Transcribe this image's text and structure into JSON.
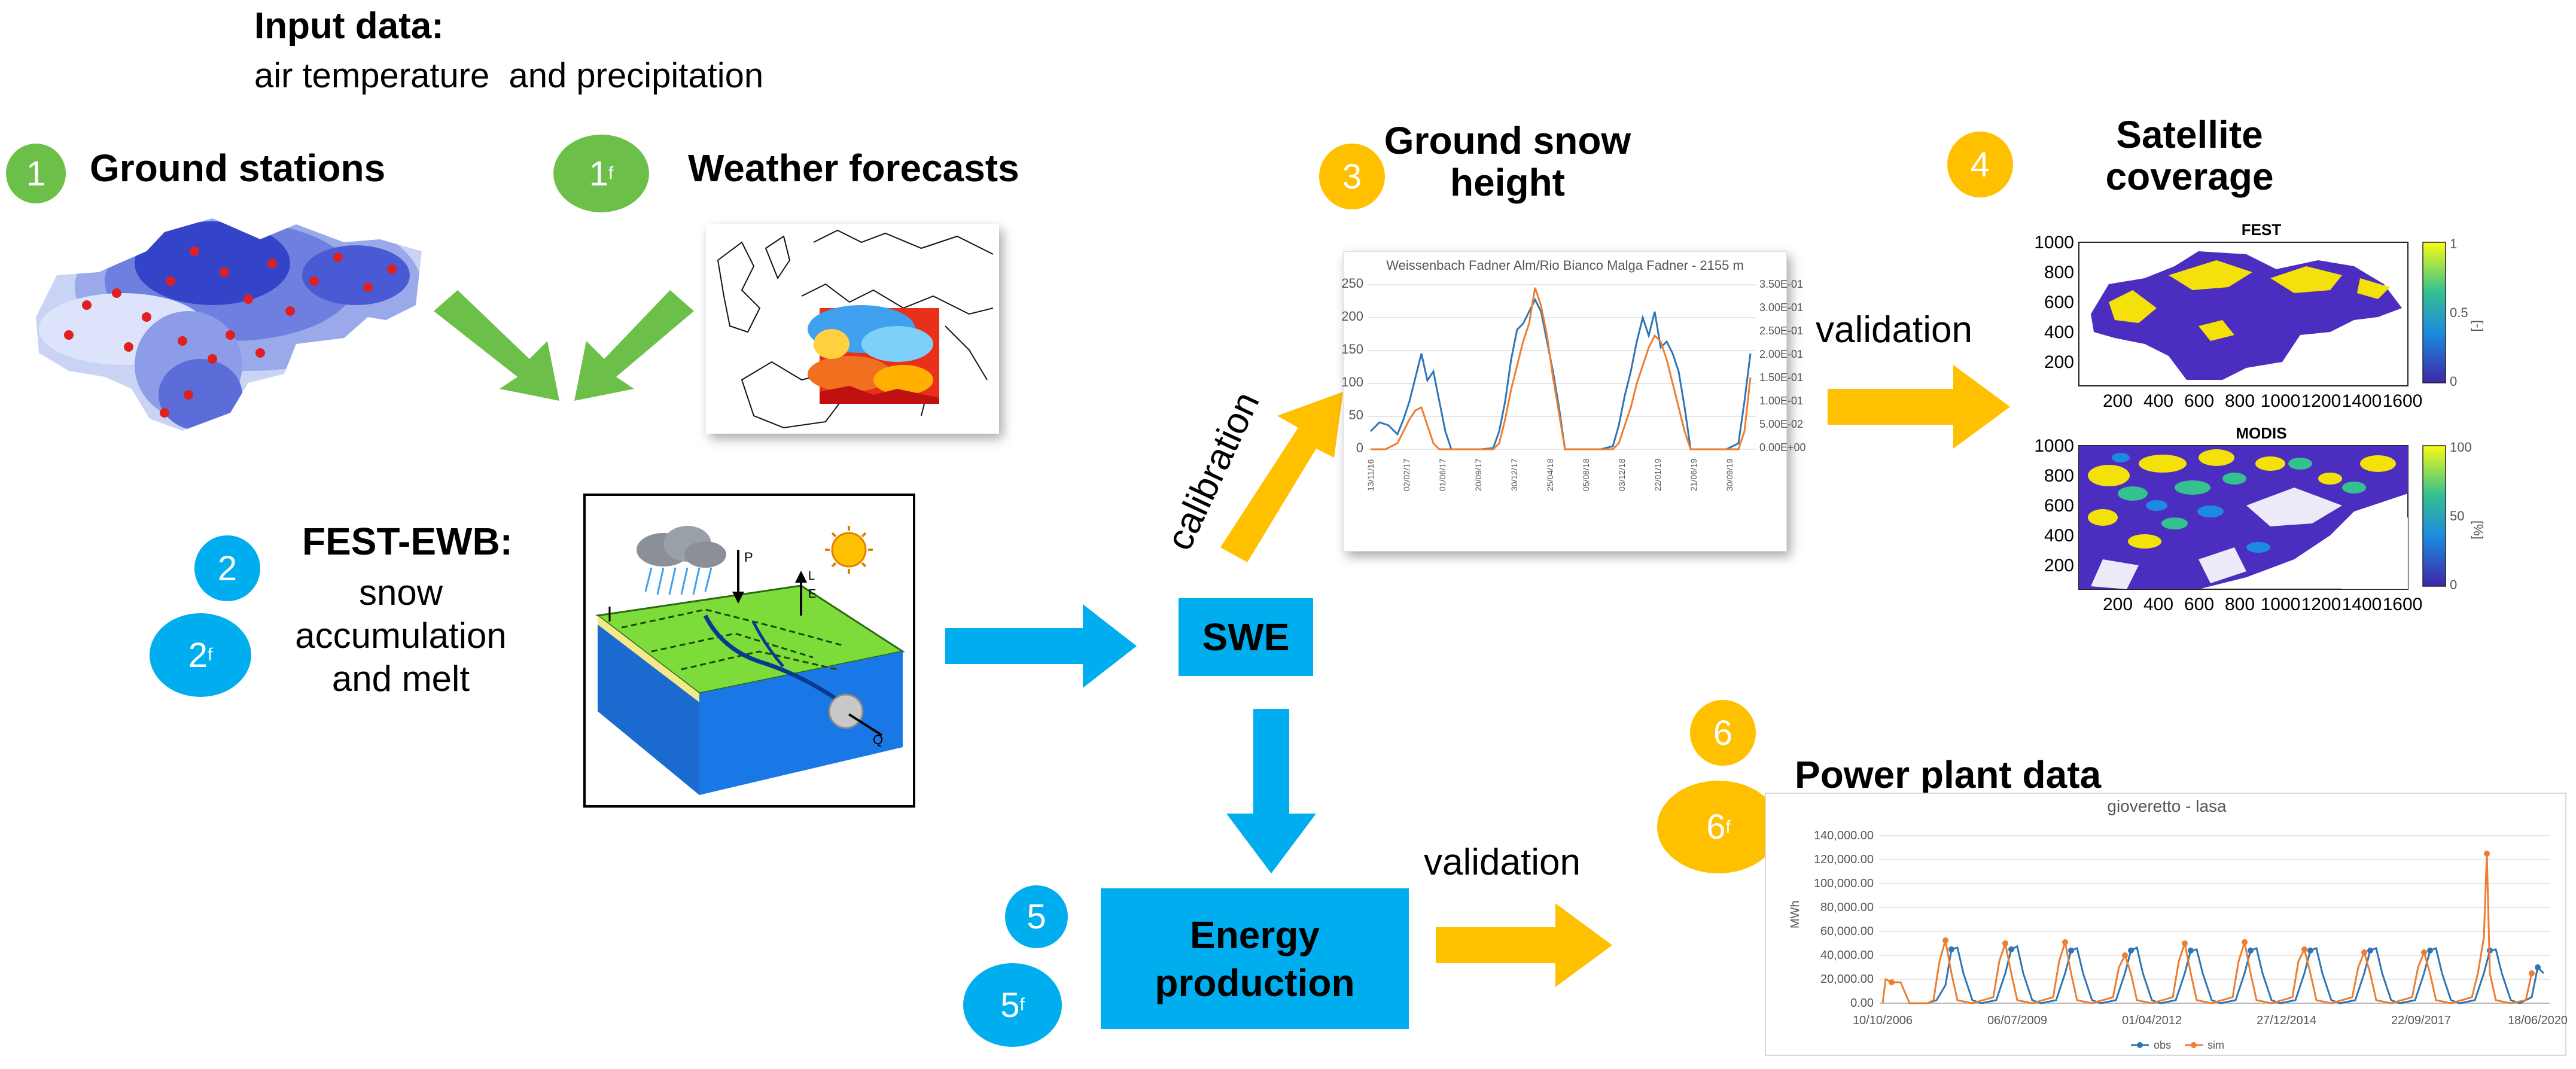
{
  "input": {
    "title": "Input data:",
    "subtitle": "air temperature  and precipitation"
  },
  "steps": {
    "s1": {
      "badge": "1",
      "label": "Ground stations"
    },
    "s1f": {
      "badge": "1",
      "sub": "f",
      "label": "Weather forecasts"
    },
    "s2": {
      "badge": "2",
      "badge_f": "2",
      "sub": "f",
      "label": "FEST-EWB:",
      "desc_lines": [
        "snow",
        "accumulation",
        "and melt"
      ]
    },
    "s3": {
      "badge": "3",
      "label_lines": [
        "Ground snow",
        "height"
      ]
    },
    "s4": {
      "badge": "4",
      "label_lines": [
        "Satellite",
        "coverage"
      ]
    },
    "s5": {
      "badge": "5",
      "badge_f": "5",
      "sub": "f",
      "label_lines": [
        "Energy",
        "production"
      ]
    },
    "s6": {
      "badge": "6",
      "badge_f": "6",
      "sub": "f",
      "label": "Power plant data"
    }
  },
  "flow": {
    "swe": "SWE",
    "calibration": "calibration",
    "validation_top": "validation",
    "validation_bottom": "validation"
  },
  "snow_chart": {
    "title": "Weissenbach Fadner Alm/Rio Bianco Malga Fadner - 2155 m",
    "left_ticks": [
      "250",
      "200",
      "150",
      "100",
      "50",
      "0"
    ],
    "right_ticks": [
      "3.50E-01",
      "3.00E-01",
      "2.50E-01",
      "2.00E-01",
      "1.50E-01",
      "1.00E-01",
      "5.00E-02",
      "0.00E+00"
    ]
  },
  "sat_charts": {
    "fest": {
      "title": "FEST",
      "cbar_ticks": [
        "1",
        "0.5",
        "0"
      ],
      "cbar_unit": "[-]"
    },
    "modis": {
      "title": "MODIS",
      "cbar_ticks": [
        "100",
        "50",
        "0"
      ],
      "cbar_unit": "[%]"
    },
    "y_ticks": [
      "1000",
      "800",
      "600",
      "400",
      "200"
    ],
    "x_ticks": [
      "200",
      "400",
      "600",
      "800",
      "1000",
      "1200",
      "1400",
      "1600"
    ]
  },
  "power_chart": {
    "title": "gioveretto - lasa",
    "y_ticks": [
      "140,000.00",
      "120,000.00",
      "100,000.00",
      "80,000.00",
      "60,000.00",
      "40,000.00",
      "20,000.00",
      "0.00"
    ],
    "ylabel": "MWh",
    "x_ticks": [
      "10/10/2006",
      "06/07/2009",
      "01/04/2012",
      "27/12/2014",
      "22/09/2017",
      "18/06/2020"
    ],
    "legend": [
      "obs",
      "sim"
    ]
  },
  "colors": {
    "green": "#6cc04a",
    "blue": "#00aeef",
    "yellow": "#ffc000",
    "obs": "#2e75b6",
    "sim": "#ed7d31"
  }
}
